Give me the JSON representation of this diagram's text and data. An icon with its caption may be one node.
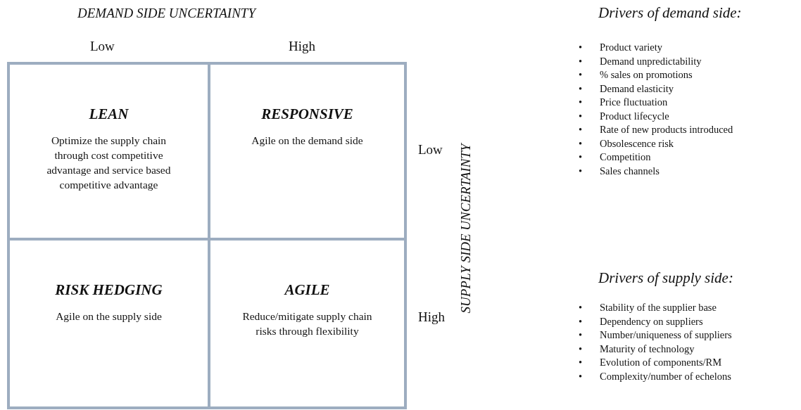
{
  "diagram": {
    "nodes": [
      {
        "text": [
          "LEAN",
          "Optimize the supply chain through cost competitive advantage and service based competitive advantage"
        ]
      },
      {
        "text": [
          "RESPONSIVE",
          "Agile on the demand side"
        ]
      },
      {
        "text": [
          "RISK HEDGING",
          "Agile on the supply side"
        ]
      },
      {
        "text": [
          "AGILE",
          "Reduce/mitigate supply chain risks through flexibility"
        ]
      }
    ],
    "labels": [
      "DEMAND SIDE UNCERTAINTY",
      "Low",
      "High",
      "Low",
      "High",
      "SUPPLY SIDE UNCERTAINTY",
      "Drivers of demand side:",
      "•",
      "Product variety",
      "•",
      "Demand unpredictability",
      "•",
      "% sales on promotions",
      "•",
      "Demand elasticity",
      "•",
      "Price fluctuation",
      "•",
      "Product lifecycle",
      "•",
      "Rate of new products introduced",
      "•",
      "Obsolescence risk",
      "•",
      "Competition",
      "•",
      "Sales channels",
      "Drivers of supply side:",
      "•",
      "Stability of the supplier base",
      "•",
      "Dependency on suppliers",
      "•",
      "Number/uniqueness of suppliers",
      "•",
      "Maturity of technology",
      "•",
      "Evolution of components/RM",
      "•",
      "Complexity/number of echelons"
    ]
  }
}
